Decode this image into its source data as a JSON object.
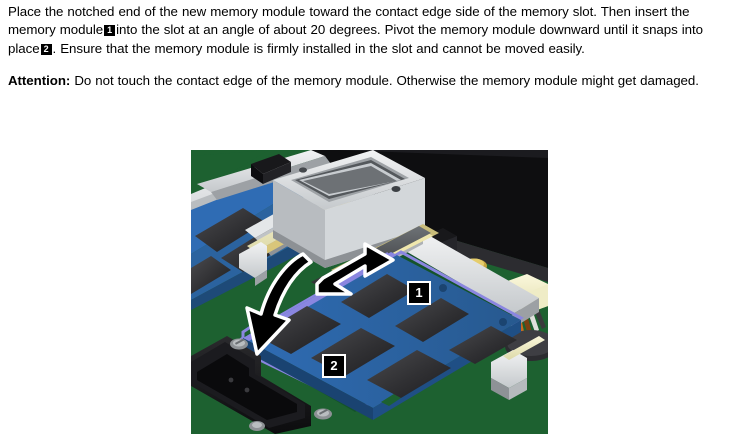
{
  "document": {
    "paragraphs": [
      {
        "id": "instruction-paragraph",
        "segments": [
          {
            "type": "text",
            "value": "Place the notched end of the new memory module toward the contact edge side of the memory slot. Then insert the memory module "
          },
          {
            "type": "marker",
            "value": "1"
          },
          {
            "type": "text",
            "value": " into the slot at an angle of about 20 degrees. Pivot the memory module downward until it snaps into place "
          },
          {
            "type": "marker",
            "value": "2"
          },
          {
            "type": "text",
            "value": ". Ensure that the memory module is firmly installed in the slot and cannot be moved easily."
          }
        ]
      },
      {
        "id": "attention-paragraph",
        "segments": [
          {
            "type": "bold",
            "value": "Attention:"
          },
          {
            "type": "text",
            "value": " Do not touch the contact edge of the memory module. Otherwise the memory module might get damaged."
          }
        ]
      }
    ],
    "text": {
      "instruction_part1": "Place the notched end of the new memory module toward the contact edge side of the memory slot. Then insert the memory module",
      "instruction_part2": "into the slot at an angle of about 20 degrees. Pivot the memory module downward until it snaps into place",
      "instruction_part3": ". Ensure that the memory module is firmly installed in the slot and cannot be moved easily.",
      "attention_label": "Attention:",
      "attention_body": " Do not touch the contact edge of the memory module. Otherwise the memory module might get damaged."
    },
    "inline_markers": {
      "one": "1",
      "two": "2"
    }
  },
  "figure": {
    "name": "memory-module-installation-illustration",
    "callouts": [
      {
        "id": "1",
        "label": "1",
        "meaning": "insert memory module into slot at about 20 degrees"
      },
      {
        "id": "2",
        "label": "2",
        "meaning": "pivot memory module downward until it snaps into place"
      }
    ],
    "colors": {
      "pcb_green": "#1d6130",
      "dimm_blue": "#2f6bb0",
      "dimm_edge_purple": "#7b76d6",
      "chip_dark": "#3a3a3c",
      "metal_light": "#d8dbdd",
      "metal_mid": "#a7abae",
      "black_component": "#121214",
      "connector_cream": "#f0edc8",
      "gold_pad": "#d7b84a",
      "arrow_fill": "#000000",
      "arrow_stroke": "#ffffff",
      "callout_bg": "#000000",
      "callout_border": "#ffffff",
      "callout_text": "#ffffff"
    }
  }
}
